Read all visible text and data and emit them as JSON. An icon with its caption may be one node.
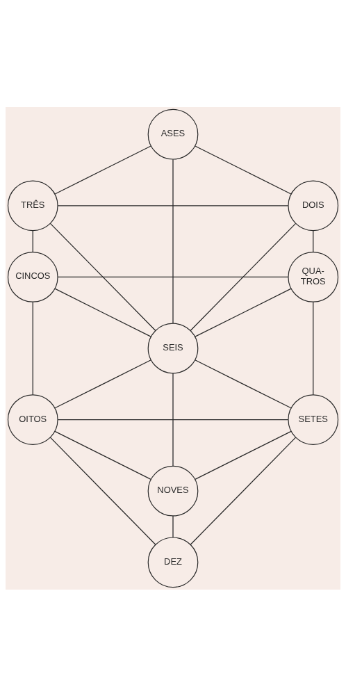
{
  "diagram": {
    "nodes": [
      {
        "text": [
          "ASES"
        ]
      },
      {
        "text": [
          "TRÊS"
        ]
      },
      {
        "text": [
          "DOIS"
        ]
      },
      {
        "text": [
          "CINCOS"
        ]
      },
      {
        "text": [
          "QUA- TROS"
        ]
      },
      {
        "text": [
          "SEIS"
        ]
      },
      {
        "text": [
          "OITOS"
        ]
      },
      {
        "text": [
          "SETES"
        ]
      },
      {
        "text": [
          "NOVES"
        ]
      },
      {
        "text": [
          "DEZ"
        ]
      }
    ],
    "edges": [
      {
        "from": 0,
        "to": 1,
        "arrow": "none"
      },
      {
        "from": 0,
        "to": 2,
        "arrow": "none"
      },
      {
        "from": 0,
        "to": 5,
        "arrow": "none"
      },
      {
        "from": 1,
        "to": 2,
        "arrow": "none"
      },
      {
        "from": 1,
        "to": 3,
        "arrow": "none"
      },
      {
        "from": 1,
        "to": 5,
        "arrow": "none"
      },
      {
        "from": 2,
        "to": 4,
        "arrow": "none"
      },
      {
        "from": 2,
        "to": 5,
        "arrow": "none"
      },
      {
        "from": 3,
        "to": 4,
        "arrow": "none"
      },
      {
        "from": 3,
        "to": 5,
        "arrow": "none"
      },
      {
        "from": 4,
        "to": 5,
        "arrow": "none"
      },
      {
        "from": 3,
        "to": 6,
        "arrow": "none"
      },
      {
        "from": 4,
        "to": 7,
        "arrow": "none"
      },
      {
        "from": 5,
        "to": 6,
        "arrow": "none"
      },
      {
        "from": 5,
        "to": 7,
        "arrow": "none"
      },
      {
        "from": 5,
        "to": 8,
        "arrow": "none"
      },
      {
        "from": 6,
        "to": 7,
        "arrow": "none"
      },
      {
        "from": 6,
        "to": 8,
        "arrow": "none"
      },
      {
        "from": 7,
        "to": 8,
        "arrow": "none"
      },
      {
        "from": 6,
        "to": 9,
        "arrow": "none"
      },
      {
        "from": 8,
        "to": 9,
        "arrow": "none"
      },
      {
        "from": 7,
        "to": 9,
        "arrow": "none"
      }
    ]
  }
}
